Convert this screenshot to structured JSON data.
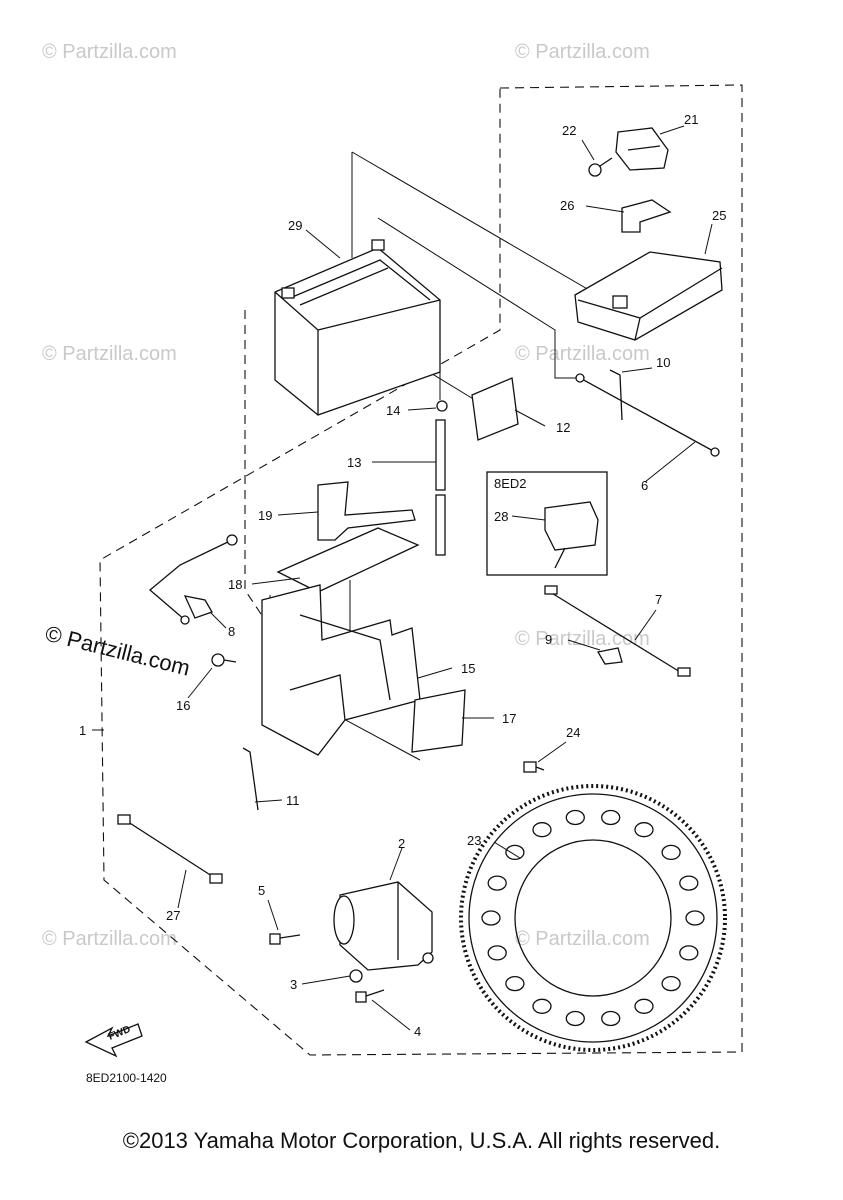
{
  "watermark": {
    "text": "© Partzilla.com"
  },
  "inset_label": "8ED2",
  "fwd_label": "FWD",
  "diagram_code": "8ED2100-1420",
  "copyright": "©2013 Yamaha Motor Corporation, U.S.A. All rights reserved.",
  "callouts": [
    "1",
    "2",
    "3",
    "4",
    "5",
    "6",
    "7",
    "8",
    "9",
    "10",
    "11",
    "12",
    "13",
    "14",
    "15",
    "16",
    "17",
    "18",
    "19",
    "21",
    "22",
    "23",
    "24",
    "25",
    "26",
    "27",
    "28",
    "29"
  ]
}
